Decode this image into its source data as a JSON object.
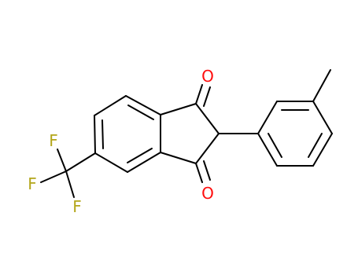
{
  "molecule": {
    "atoms": {
      "o_top": {
        "symbol": "O",
        "color": "#ff0d0d"
      },
      "o_bottom": {
        "symbol": "O",
        "color": "#ff0d0d"
      },
      "f_top": {
        "symbol": "F",
        "color": "#b3a61a"
      },
      "f_left": {
        "symbol": "F",
        "color": "#b3a61a"
      },
      "f_bottom": {
        "symbol": "F",
        "color": "#b3a61a"
      }
    },
    "bond_color": "#000000",
    "background": "#ffffff"
  }
}
